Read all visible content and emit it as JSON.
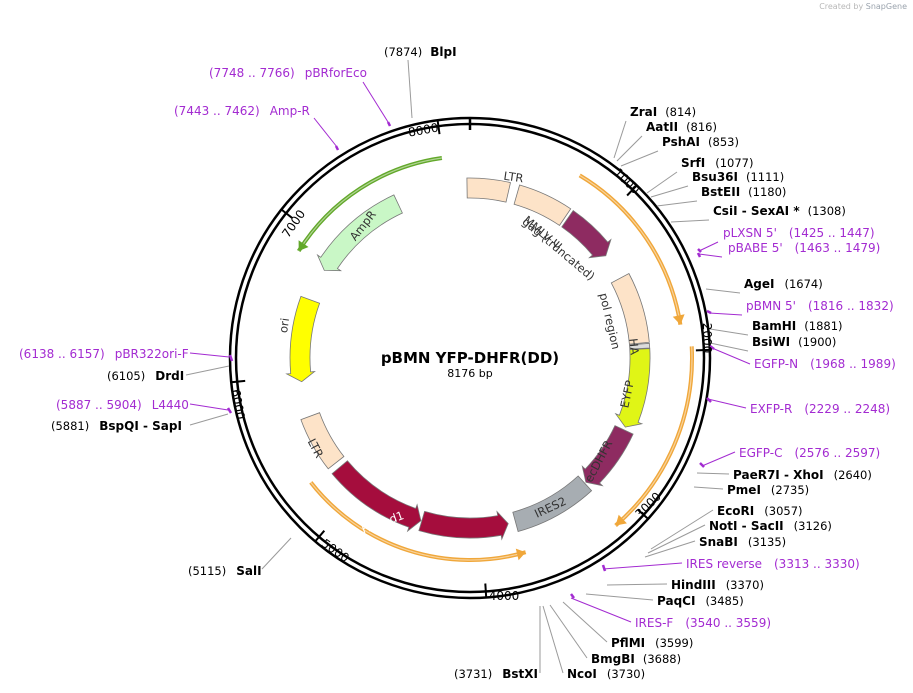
{
  "credit": {
    "prefix": "Created by",
    "brand": "SnapGene"
  },
  "plasmid": {
    "name": "pBMN YFP-DHFR(DD)",
    "size": "8176 bp"
  },
  "ticks": [
    "1000",
    "2000",
    "3000",
    "4000",
    "5000",
    "6000",
    "7000",
    "8000"
  ],
  "enzymes": [
    {
      "id": "blpi",
      "name": "BlpI",
      "pos": "(7874)"
    },
    {
      "id": "zrai",
      "name": "ZraI",
      "pos": "(814)"
    },
    {
      "id": "aatii",
      "name": "AatII",
      "pos": "(816)"
    },
    {
      "id": "pshai",
      "name": "PshAI",
      "pos": "(853)"
    },
    {
      "id": "srfi",
      "name": "SrfI",
      "pos": "(1077)"
    },
    {
      "id": "bsu36i",
      "name": "Bsu36I",
      "pos": "(1111)"
    },
    {
      "id": "bsteii",
      "name": "BstEII",
      "pos": "(1180)"
    },
    {
      "id": "csii",
      "name": "CsiI",
      "sep": " - ",
      "name2": "SexAI *",
      "pos": "(1308)"
    },
    {
      "id": "agei",
      "name": "AgeI",
      "pos": "(1674)"
    },
    {
      "id": "bamhi",
      "name": "BamHI",
      "pos": "(1881)"
    },
    {
      "id": "bsiwi",
      "name": "BsiWI",
      "pos": "(1900)"
    },
    {
      "id": "paer7i",
      "name": "PaeR7I",
      "sep": " - ",
      "name2": "XhoI",
      "pos": "(2640)"
    },
    {
      "id": "pmei",
      "name": "PmeI",
      "pos": "(2735)"
    },
    {
      "id": "ecori",
      "name": "EcoRI",
      "pos": "(3057)"
    },
    {
      "id": "noti",
      "name": "NotI",
      "sep": " - ",
      "name2": "SacII",
      "pos": "(3126)"
    },
    {
      "id": "snabi",
      "name": "SnaBI",
      "pos": "(3135)"
    },
    {
      "id": "hindiii",
      "name": "HindIII",
      "pos": "(3370)"
    },
    {
      "id": "paqci",
      "name": "PaqCI",
      "pos": "(3485)"
    },
    {
      "id": "pflmi",
      "name": "PflMI",
      "pos": "(3599)"
    },
    {
      "id": "bmgbi",
      "name": "BmgBI",
      "pos": "(3688)"
    },
    {
      "id": "ncoi",
      "name": "NcoI",
      "pos": "(3730)"
    },
    {
      "id": "bstxi",
      "name": "BstXI",
      "pos": "(3731)"
    },
    {
      "id": "sali",
      "name": "SalI",
      "pos": "(5115)"
    },
    {
      "id": "bspqi",
      "name": "BspQI",
      "sep": " - ",
      "name2": "SapI",
      "pos": "(5881)"
    },
    {
      "id": "drdi",
      "name": "DrdI",
      "pos": "(6105)"
    }
  ],
  "primers": [
    {
      "id": "pbrforeco",
      "name": "pBRforEco",
      "range": "(7748 .. 7766)"
    },
    {
      "id": "ampr",
      "name": "Amp-R",
      "range": "(7443 .. 7462)"
    },
    {
      "id": "plxsn",
      "name": "pLXSN 5'",
      "range": "(1425 .. 1447)"
    },
    {
      "id": "pbabe",
      "name": "pBABE 5'",
      "range": "(1463 .. 1479)"
    },
    {
      "id": "pbmn",
      "name": "pBMN 5'",
      "range": "(1816 .. 1832)"
    },
    {
      "id": "egfpn",
      "name": "EGFP-N",
      "range": "(1968 .. 1989)"
    },
    {
      "id": "exfpr",
      "name": "EXFP-R",
      "range": "(2229 .. 2248)"
    },
    {
      "id": "egfpc",
      "name": "EGFP-C",
      "range": "(2576 .. 2597)"
    },
    {
      "id": "iresrev",
      "name": "IRES reverse",
      "range": "(3313 .. 3330)"
    },
    {
      "id": "iresf",
      "name": "IRES-F",
      "range": "(3540 .. 3559)"
    },
    {
      "id": "pbr322",
      "name": "pBR322ori-F",
      "range": "(6138 .. 6157)"
    },
    {
      "id": "l4440",
      "name": "L4440",
      "range": "(5887 .. 5904)"
    }
  ],
  "features": [
    {
      "id": "ltr1",
      "label": "LTR",
      "color": "#fde3c8"
    },
    {
      "id": "mmlv",
      "label1": "MMLV Ψ",
      "label2": "gag (truncated)",
      "color": "#fde3c8"
    },
    {
      "id": "gagarrow",
      "color": "#8e2b61"
    },
    {
      "id": "pol",
      "label": "pol region",
      "color": "#fde3c8"
    },
    {
      "id": "ha",
      "label": "HA",
      "color": "#dcdcdc"
    },
    {
      "id": "eyfp",
      "label": "EYFP",
      "color": "#e0f516"
    },
    {
      "id": "ecdhfr",
      "label": "ecDHFR",
      "color": "#8e2b61"
    },
    {
      "id": "ires2",
      "label": "IRES2",
      "color": "#a7adb2"
    },
    {
      "id": "hcred1a",
      "label": "HcRed1",
      "color": "#a50d3d"
    },
    {
      "id": "hcred1b",
      "label": "HcRed1",
      "color": "#a50d3d"
    },
    {
      "id": "ltr2",
      "label": "LTR",
      "color": "#fde3c8"
    },
    {
      "id": "ori",
      "label": "ori",
      "color": "#ffff00"
    },
    {
      "id": "amprfeat",
      "label": "AmpR",
      "color": "#c9f7c6"
    }
  ],
  "colors": {
    "primer": "#a32bd1",
    "orf_orange": "#f0a73a",
    "orf_green": "#62a82a",
    "backbone": "#000000"
  }
}
